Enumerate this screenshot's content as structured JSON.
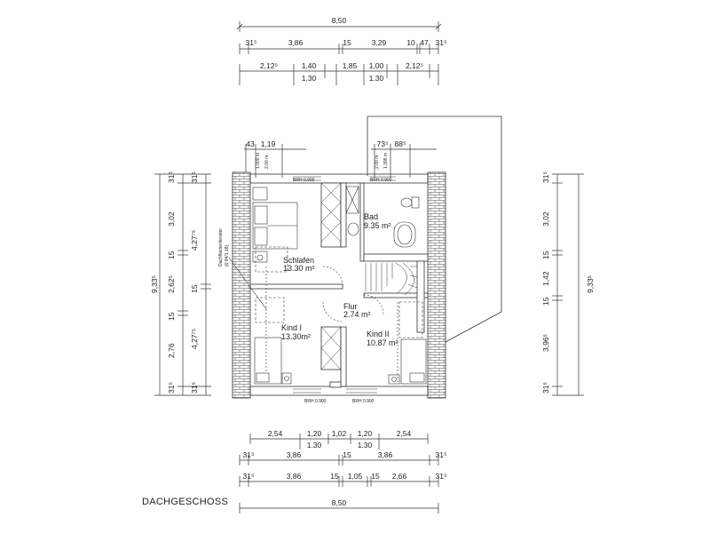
{
  "title": "DACHGESCHOSS",
  "rooms": {
    "schlafen": {
      "name": "Schlafen",
      "area": "13.30 m²"
    },
    "bad": {
      "name": "Bad",
      "area": "9.35 m²"
    },
    "flur": {
      "name": "Flur",
      "area": "2.74 m²"
    },
    "kind1": {
      "name": "Kind I",
      "area": "13.30m²"
    },
    "kind2": {
      "name": "Kind II",
      "area": "10.87 m²"
    }
  },
  "annotations": {
    "brh_top_left": "BRH 0.900",
    "brh_top_right": "BRH 0.900",
    "brh_bottom_left": "BRH 0.900",
    "brh_bottom_right": "BRH 0.900",
    "dachflaechenfenster": "Dachflächenfenster",
    "window_size": "(0.94/1.18)",
    "h1": "1.000 m",
    "h2": "2.00 m",
    "h3": "2.00 m",
    "h4": "1.395 m"
  },
  "dimensions": {
    "top_total": "8,50",
    "top_row2": [
      "31⁵",
      "3,86",
      "15",
      "3,29",
      "10",
      "47",
      "31⁵"
    ],
    "top_row3": [
      "2,12⁵",
      "1,40",
      "1,85",
      "1,00",
      "2,12⁵"
    ],
    "top_row3_sub": [
      "1.30",
      "1.30"
    ],
    "upper_left": [
      "43",
      "1,19"
    ],
    "upper_right": [
      "73⁵",
      "88⁵"
    ],
    "bottom_row1": [
      "2,54",
      "1,20",
      "1,02",
      "1,20",
      "2,54"
    ],
    "bottom_row1_sub": [
      "1.30",
      "1.30"
    ],
    "bottom_row2": [
      "31⁵",
      "3,86",
      "15",
      "3,86",
      "31⁵"
    ],
    "bottom_row3": [
      "31⁵",
      "3,86",
      "15",
      "1,05",
      "15",
      "2,66",
      "31⁵"
    ],
    "bottom_total": "8,50",
    "left_outer_total": "9,33⁵",
    "left_outer": [
      "31⁵",
      "3,02",
      "15",
      "2,62⁵",
      "15",
      "2,76",
      "31⁵"
    ],
    "left_inner": [
      "31⁵",
      "4,27⁷⁵",
      "15",
      "4,27⁷⁵",
      "31⁵"
    ],
    "right_outer_total": "9,33⁵",
    "right_outer": [
      "31⁵",
      "3,02",
      "15",
      "1,42",
      "15",
      "3,96⁵",
      "31⁵"
    ]
  }
}
